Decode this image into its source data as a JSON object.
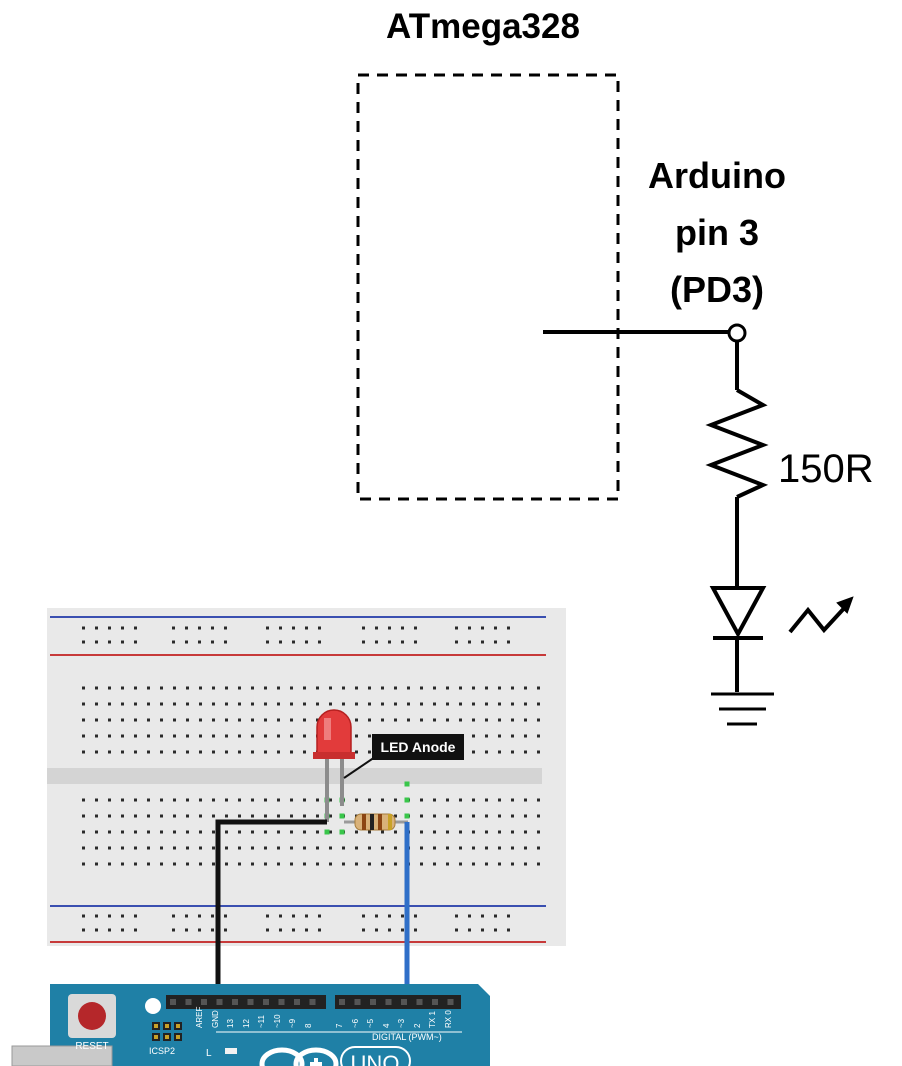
{
  "schematic": {
    "chip_label": "ATmega328",
    "pin_label_line1": "Arduino",
    "pin_label_line2": "pin 3",
    "pin_label_line3": "(PD3)",
    "resistor_label": "150R"
  },
  "breadboard": {
    "callout_label": "LED Anode"
  },
  "arduino": {
    "reset_label": "RESET",
    "icsp_label": "ICSP2",
    "aref_label": "AREF",
    "gnd_label": "GND",
    "digital_label": "DIGITAL (PWM~)",
    "led_l_label": "L",
    "uno_label": "UNO",
    "pin_numbers": [
      "13",
      "12",
      "~11",
      "~10",
      "~9",
      "8",
      "7",
      "~6",
      "~5",
      "4",
      "~3",
      "2",
      "TX 1",
      "RX 0"
    ]
  },
  "colors": {
    "board_blue": "#1f80a6",
    "wire_black": "#111111",
    "wire_blue": "#2f6fc8",
    "led_red": "#e23b3b",
    "rail_blue": "#3a4fb0",
    "rail_red": "#c73a3a",
    "breadboard": "#e9e9e9",
    "hole": "#2a2a2a",
    "highlight_green": "#39c64a"
  }
}
